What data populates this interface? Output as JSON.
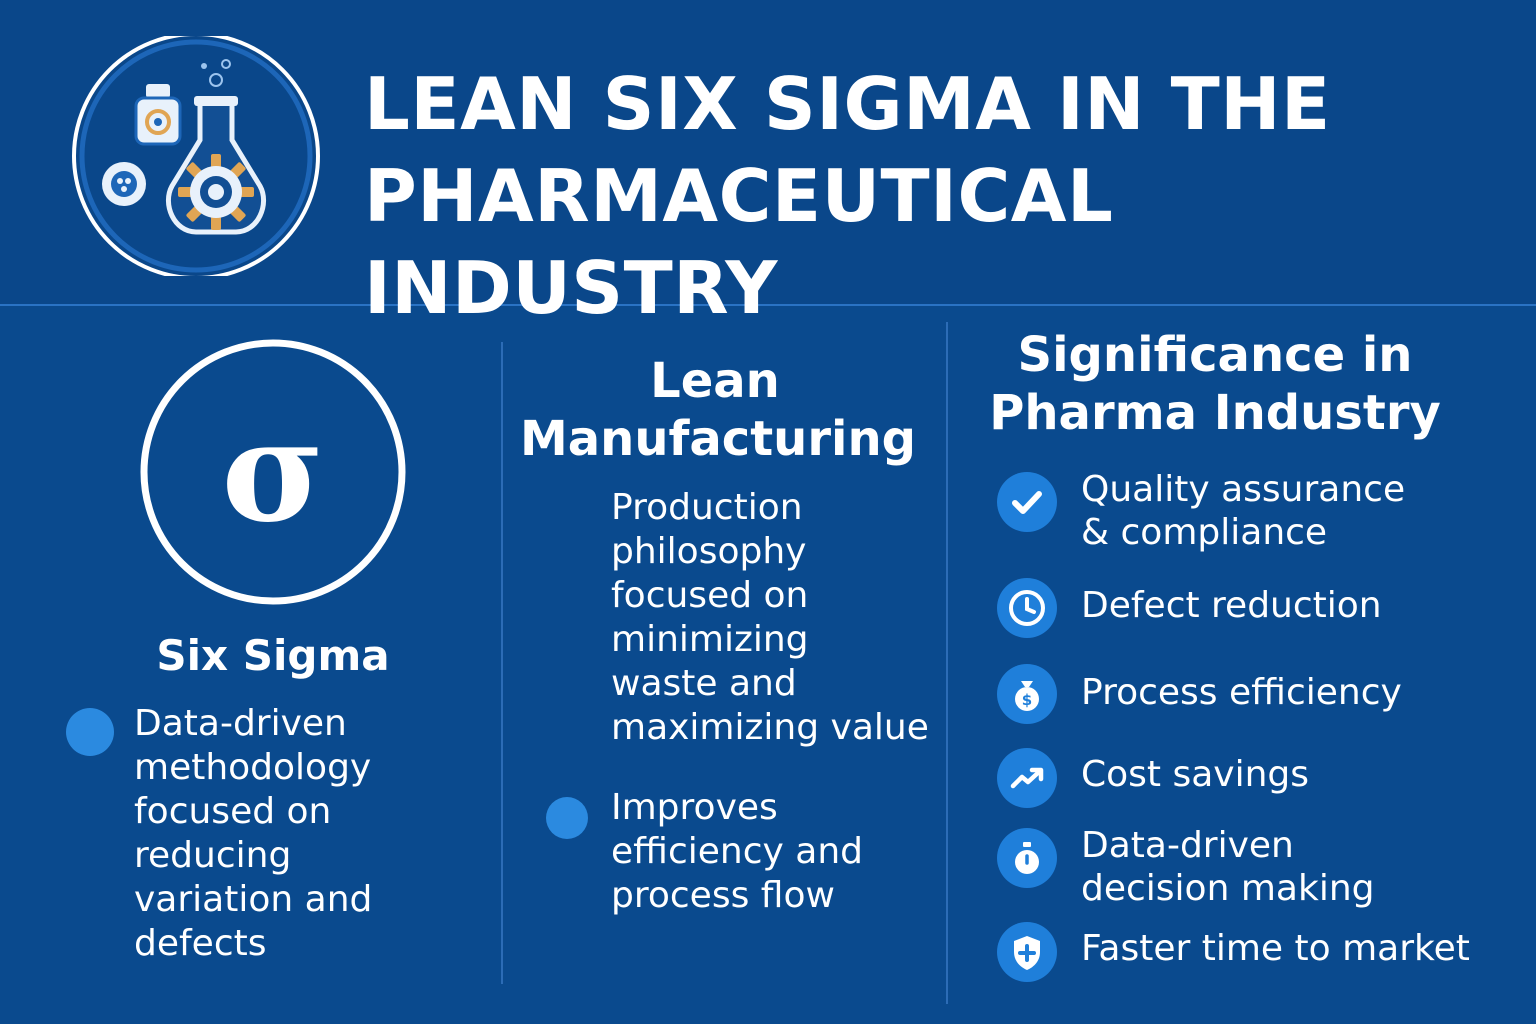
{
  "header": {
    "title_line1": "LEAN SIX SIGMA IN THE",
    "title_line2": "PHARMACEUTICAL INDUSTRY",
    "logo_icon": "pharma-flask-gear-icon"
  },
  "six_sigma": {
    "symbol": "σ",
    "heading": "Six Sigma",
    "bullet": [
      "Data-driven",
      "methodology",
      "focused on reducing",
      "variation and",
      "defects"
    ]
  },
  "lean": {
    "heading_line1": "Lean",
    "heading_line2": "Manufacturing",
    "description": [
      "Production",
      "philosophy",
      "focused on",
      "minimizing",
      "waste and",
      "maximizing value"
    ],
    "bullet": [
      "Improves",
      "efficiency and",
      "process flow"
    ]
  },
  "significance": {
    "heading_line1": "Significance in",
    "heading_line2": "Pharma Industry",
    "items": [
      {
        "icon": "checkmark-icon",
        "lines": [
          "Quality assurance",
          "& compliance"
        ]
      },
      {
        "icon": "clock-icon",
        "lines": [
          "Defect reduction"
        ]
      },
      {
        "icon": "money-bag-icon",
        "lines": [
          "Process efficiency"
        ]
      },
      {
        "icon": "trend-up-icon",
        "lines": [
          "Cost savings"
        ]
      },
      {
        "icon": "stopwatch-icon",
        "lines": [
          "Data-driven",
          "decision making"
        ]
      },
      {
        "icon": "shield-plus-icon",
        "lines": [
          "Faster time to market"
        ]
      }
    ]
  },
  "colors": {
    "background": "#0a4a8e",
    "accent": "#1f7fda",
    "text": "#ffffff"
  }
}
